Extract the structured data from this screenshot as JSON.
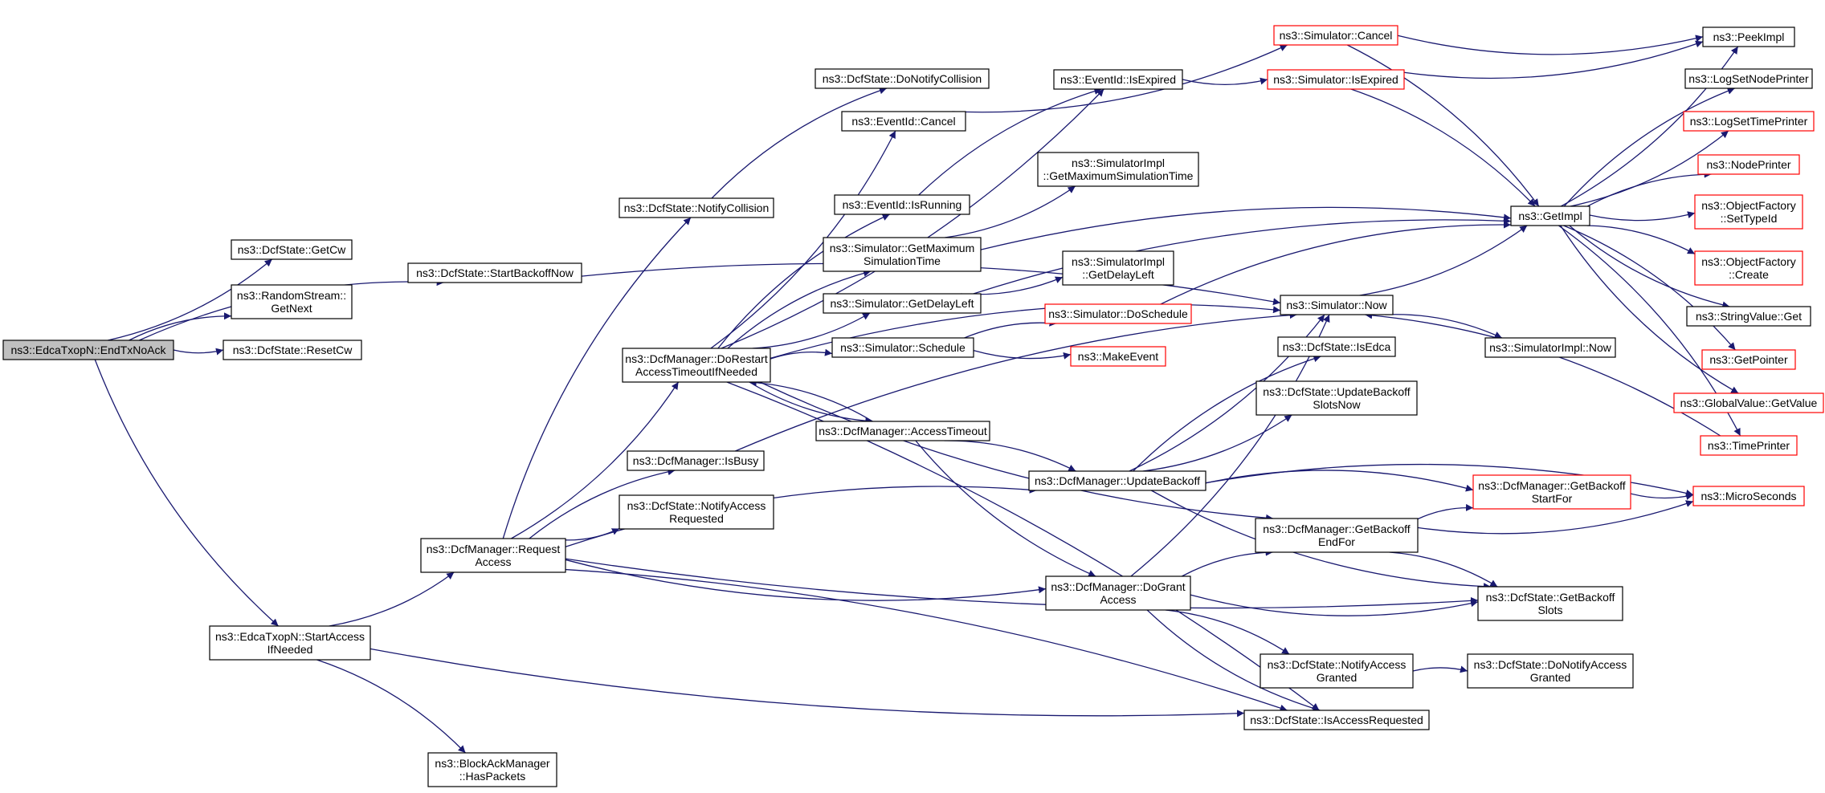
{
  "colors": {
    "edge": "#191970",
    "border": "#000000",
    "external_border": "#ff0000",
    "root_fill": "#bfbfbf",
    "fill": "#ffffff"
  },
  "nodes": [
    {
      "id": "endtx",
      "lines": [
        "ns3::EdcaTxopN::EndTxNoAck"
      ],
      "kind": "root"
    },
    {
      "id": "getcw",
      "lines": [
        "ns3::DcfState::GetCw"
      ],
      "kind": "normal"
    },
    {
      "id": "rsgetnext",
      "lines": [
        "ns3::RandomStream::",
        "GetNext"
      ],
      "kind": "normal"
    },
    {
      "id": "resetcw",
      "lines": [
        "ns3::DcfState::ResetCw"
      ],
      "kind": "normal"
    },
    {
      "id": "startbackoff",
      "lines": [
        "ns3::DcfState::StartBackoffNow"
      ],
      "kind": "normal"
    },
    {
      "id": "startaccess",
      "lines": [
        "ns3::EdcaTxopN::StartAccess",
        "IfNeeded"
      ],
      "kind": "normal"
    },
    {
      "id": "reqaccess",
      "lines": [
        "ns3::DcfManager::Request",
        "Access"
      ],
      "kind": "normal"
    },
    {
      "id": "hasPackets",
      "lines": [
        "ns3::BlockAckManager",
        "::HasPackets"
      ],
      "kind": "normal"
    },
    {
      "id": "notifycoll",
      "lines": [
        "ns3::DcfState::NotifyCollision"
      ],
      "kind": "normal"
    },
    {
      "id": "dorestart",
      "lines": [
        "ns3::DcfManager::DoRestart",
        "AccessTimeoutIfNeeded"
      ],
      "kind": "normal"
    },
    {
      "id": "isbusy",
      "lines": [
        "ns3::DcfManager::IsBusy"
      ],
      "kind": "normal"
    },
    {
      "id": "notifyaccreq",
      "lines": [
        "ns3::DcfState::NotifyAccess",
        "Requested"
      ],
      "kind": "normal"
    },
    {
      "id": "donotifycoll",
      "lines": [
        "ns3::DcfState::DoNotifyCollision"
      ],
      "kind": "normal"
    },
    {
      "id": "evcancel",
      "lines": [
        "ns3::EventId::Cancel"
      ],
      "kind": "normal"
    },
    {
      "id": "evisrunning",
      "lines": [
        "ns3::EventId::IsRunning"
      ],
      "kind": "normal"
    },
    {
      "id": "simgetmax",
      "lines": [
        "ns3::Simulator::GetMaximum",
        "SimulationTime"
      ],
      "kind": "normal"
    },
    {
      "id": "simgetdelay",
      "lines": [
        "ns3::Simulator::GetDelayLeft"
      ],
      "kind": "normal"
    },
    {
      "id": "simschedule",
      "lines": [
        "ns3::Simulator::Schedule"
      ],
      "kind": "normal"
    },
    {
      "id": "acctimeout",
      "lines": [
        "ns3::DcfManager::AccessTimeout"
      ],
      "kind": "normal"
    },
    {
      "id": "updatebackoff",
      "lines": [
        "ns3::DcfManager::UpdateBackoff"
      ],
      "kind": "normal"
    },
    {
      "id": "dogrant",
      "lines": [
        "ns3::DcfManager::DoGrant",
        "Access"
      ],
      "kind": "normal"
    },
    {
      "id": "evisexpired",
      "lines": [
        "ns3::EventId::IsExpired"
      ],
      "kind": "normal"
    },
    {
      "id": "implgetmax",
      "lines": [
        "ns3::SimulatorImpl",
        "::GetMaximumSimulationTime"
      ],
      "kind": "normal"
    },
    {
      "id": "implgetdelay",
      "lines": [
        "ns3::SimulatorImpl",
        "::GetDelayLeft"
      ],
      "kind": "normal"
    },
    {
      "id": "simdoschedule",
      "lines": [
        "ns3::Simulator::DoSchedule"
      ],
      "kind": "external"
    },
    {
      "id": "makeevent",
      "lines": [
        "ns3::MakeEvent"
      ],
      "kind": "external"
    },
    {
      "id": "simcancel",
      "lines": [
        "ns3::Simulator::Cancel"
      ],
      "kind": "external"
    },
    {
      "id": "simisexpired",
      "lines": [
        "ns3::Simulator::IsExpired"
      ],
      "kind": "external"
    },
    {
      "id": "simnow",
      "lines": [
        "ns3::Simulator::Now"
      ],
      "kind": "normal"
    },
    {
      "id": "isedca",
      "lines": [
        "ns3::DcfState::IsEdca"
      ],
      "kind": "normal"
    },
    {
      "id": "updatebackoffslots",
      "lines": [
        "ns3::DcfState::UpdateBackoff",
        "SlotsNow"
      ],
      "kind": "normal"
    },
    {
      "id": "getbackoffendfor",
      "lines": [
        "ns3::DcfManager::GetBackoff",
        "EndFor"
      ],
      "kind": "normal"
    },
    {
      "id": "notifyaccgranted",
      "lines": [
        "ns3::DcfState::NotifyAccess",
        "Granted"
      ],
      "kind": "normal"
    },
    {
      "id": "isaccreq",
      "lines": [
        "ns3::DcfState::IsAccessRequested"
      ],
      "kind": "normal"
    },
    {
      "id": "getimpl",
      "lines": [
        "ns3::GetImpl"
      ],
      "kind": "normal"
    },
    {
      "id": "implnow",
      "lines": [
        "ns3::SimulatorImpl::Now"
      ],
      "kind": "normal"
    },
    {
      "id": "getbackoffstartfor",
      "lines": [
        "ns3::DcfManager::GetBackoff",
        "StartFor"
      ],
      "kind": "external"
    },
    {
      "id": "getbackoffslots",
      "lines": [
        "ns3::DcfState::GetBackoff",
        "Slots"
      ],
      "kind": "normal"
    },
    {
      "id": "donotifyaccgranted",
      "lines": [
        "ns3::DcfState::DoNotifyAccess",
        "Granted"
      ],
      "kind": "normal"
    },
    {
      "id": "peekimpl",
      "lines": [
        "ns3::PeekImpl"
      ],
      "kind": "normal"
    },
    {
      "id": "lognodeprinter",
      "lines": [
        "ns3::LogSetNodePrinter"
      ],
      "kind": "normal"
    },
    {
      "id": "logtimeprinter",
      "lines": [
        "ns3::LogSetTimePrinter"
      ],
      "kind": "external"
    },
    {
      "id": "nodeprinter",
      "lines": [
        "ns3::NodePrinter"
      ],
      "kind": "external"
    },
    {
      "id": "ofsettypeid",
      "lines": [
        "ns3::ObjectFactory",
        "::SetTypeId"
      ],
      "kind": "external"
    },
    {
      "id": "ofcreate",
      "lines": [
        "ns3::ObjectFactory",
        "::Create"
      ],
      "kind": "external"
    },
    {
      "id": "stringvalueget",
      "lines": [
        "ns3::StringValue::Get"
      ],
      "kind": "normal"
    },
    {
      "id": "getpointer",
      "lines": [
        "ns3::GetPointer"
      ],
      "kind": "external"
    },
    {
      "id": "globalvalueget",
      "lines": [
        "ns3::GlobalValue::GetValue"
      ],
      "kind": "external"
    },
    {
      "id": "timeprinter",
      "lines": [
        "ns3::TimePrinter"
      ],
      "kind": "external"
    },
    {
      "id": "microseconds",
      "lines": [
        "ns3::MicroSeconds"
      ],
      "kind": "external"
    }
  ],
  "edges": [
    [
      "endtx",
      "getcw"
    ],
    [
      "endtx",
      "rsgetnext"
    ],
    [
      "endtx",
      "resetcw"
    ],
    [
      "endtx",
      "startbackoff"
    ],
    [
      "endtx",
      "startaccess"
    ],
    [
      "startbackoff",
      "simnow"
    ],
    [
      "startaccess",
      "reqaccess"
    ],
    [
      "startaccess",
      "hasPackets"
    ],
    [
      "startaccess",
      "isaccreq"
    ],
    [
      "reqaccess",
      "notifycoll"
    ],
    [
      "reqaccess",
      "dorestart"
    ],
    [
      "reqaccess",
      "isbusy"
    ],
    [
      "reqaccess",
      "notifyaccreq"
    ],
    [
      "reqaccess",
      "updatebackoff"
    ],
    [
      "reqaccess",
      "dogrant"
    ],
    [
      "reqaccess",
      "isaccreq"
    ],
    [
      "reqaccess",
      "getbackoffslots"
    ],
    [
      "notifycoll",
      "donotifycoll"
    ],
    [
      "dorestart",
      "evcancel"
    ],
    [
      "dorestart",
      "evisrunning"
    ],
    [
      "dorestart",
      "evisexpired"
    ],
    [
      "dorestart",
      "simgetmax"
    ],
    [
      "dorestart",
      "simgetdelay"
    ],
    [
      "dorestart",
      "simschedule"
    ],
    [
      "dorestart",
      "acctimeout"
    ],
    [
      "dorestart",
      "simnow"
    ],
    [
      "dorestart",
      "getbackoffendfor"
    ],
    [
      "dorestart",
      "isaccreq"
    ],
    [
      "evcancel",
      "simcancel"
    ],
    [
      "evisrunning",
      "evisexpired"
    ],
    [
      "evisexpired",
      "simisexpired"
    ],
    [
      "simgetmax",
      "getimpl"
    ],
    [
      "simgetmax",
      "implgetmax"
    ],
    [
      "simgetdelay",
      "getimpl"
    ],
    [
      "simgetdelay",
      "implgetdelay"
    ],
    [
      "simschedule",
      "simdoschedule"
    ],
    [
      "simschedule",
      "makeevent"
    ],
    [
      "simdoschedule",
      "getimpl"
    ],
    [
      "acctimeout",
      "dorestart"
    ],
    [
      "acctimeout",
      "updatebackoff"
    ],
    [
      "acctimeout",
      "dogrant"
    ],
    [
      "isbusy",
      "simnow"
    ],
    [
      "updatebackoff",
      "simnow"
    ],
    [
      "updatebackoff",
      "isedca"
    ],
    [
      "updatebackoff",
      "updatebackoffslots"
    ],
    [
      "updatebackoff",
      "getbackoffstartfor"
    ],
    [
      "updatebackoff",
      "getbackoffslots"
    ],
    [
      "updatebackoff",
      "microseconds"
    ],
    [
      "dogrant",
      "simnow"
    ],
    [
      "dogrant",
      "getbackoffendfor"
    ],
    [
      "dogrant",
      "getbackoffslots"
    ],
    [
      "dogrant",
      "notifyaccgranted"
    ],
    [
      "dogrant",
      "isaccreq"
    ],
    [
      "getbackoffendfor",
      "getbackoffstartfor"
    ],
    [
      "getbackoffendfor",
      "microseconds"
    ],
    [
      "getbackoffendfor",
      "getbackoffslots"
    ],
    [
      "getbackoffstartfor",
      "microseconds"
    ],
    [
      "notifyaccgranted",
      "donotifyaccgranted"
    ],
    [
      "simcancel",
      "peekimpl"
    ],
    [
      "simcancel",
      "getimpl"
    ],
    [
      "simisexpired",
      "peekimpl"
    ],
    [
      "simisexpired",
      "getimpl"
    ],
    [
      "simnow",
      "getimpl"
    ],
    [
      "simnow",
      "implnow"
    ],
    [
      "getimpl",
      "peekimpl"
    ],
    [
      "getimpl",
      "lognodeprinter"
    ],
    [
      "getimpl",
      "logtimeprinter"
    ],
    [
      "getimpl",
      "nodeprinter"
    ],
    [
      "getimpl",
      "ofsettypeid"
    ],
    [
      "getimpl",
      "ofcreate"
    ],
    [
      "getimpl",
      "stringvalueget"
    ],
    [
      "getimpl",
      "getpointer"
    ],
    [
      "getimpl",
      "globalvalueget"
    ],
    [
      "getimpl",
      "timeprinter"
    ],
    [
      "timeprinter",
      "simnow"
    ]
  ]
}
